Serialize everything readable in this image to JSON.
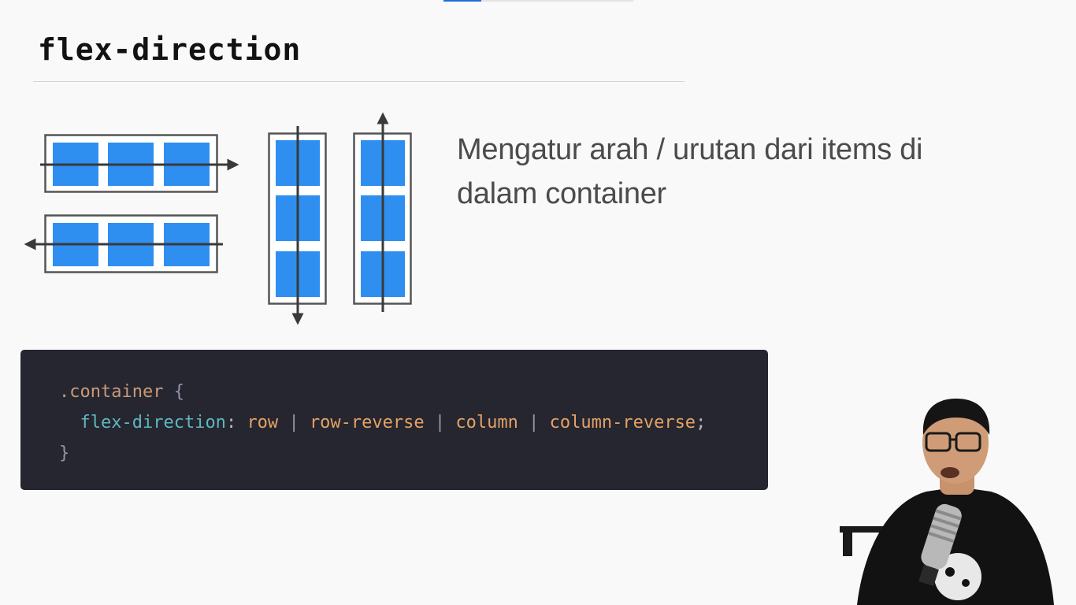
{
  "slide": {
    "title": "flex-direction",
    "description": "Mengatur arah / urutan dari items di dalam container"
  },
  "progress": {
    "fraction": 0.2,
    "fill_color": "#1e6fd9"
  },
  "diagrams": [
    {
      "name": "row",
      "orientation": "horizontal",
      "arrow": "right"
    },
    {
      "name": "row-reverse",
      "orientation": "horizontal",
      "arrow": "left"
    },
    {
      "name": "column",
      "orientation": "vertical",
      "arrow": "down"
    },
    {
      "name": "column-reverse",
      "orientation": "vertical",
      "arrow": "up"
    }
  ],
  "item_color": "#2e8ff0",
  "code": {
    "selector": ".container",
    "open_brace": "{",
    "property": "flex-direction",
    "colon": ":",
    "values": [
      "row",
      "row-reverse",
      "column",
      "column-reverse"
    ],
    "separator": "|",
    "semicolon": ";",
    "close_brace": "}"
  },
  "presenter": {
    "icon": "person-with-microphone"
  }
}
